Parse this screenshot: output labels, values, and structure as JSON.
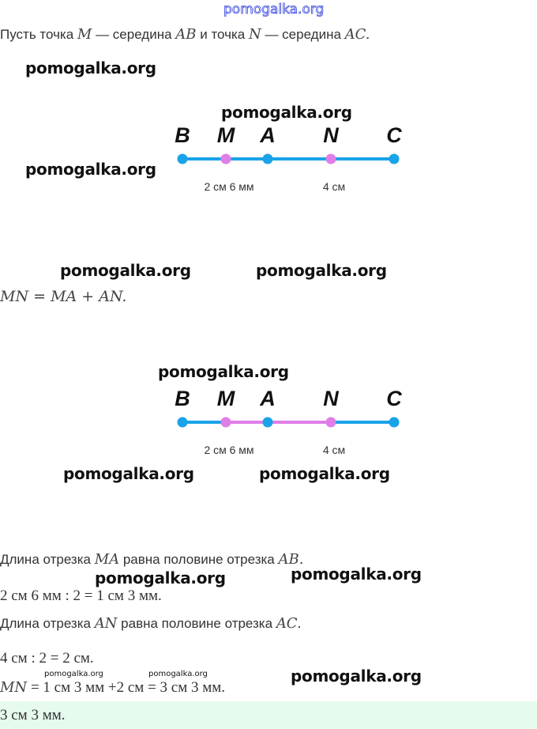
{
  "watermark": "pomogalka.org",
  "line1": {
    "a": "Пусть точка ",
    "M": "M",
    "b": " — середина ",
    "AB": "AB",
    "c": " и точка ",
    "N": "N",
    "d": " — середина ",
    "AC": "AC."
  },
  "diagram": {
    "points": [
      "B",
      "M",
      "A",
      "N",
      "C"
    ],
    "label_left": "2 см 6 мм",
    "label_right": "4 см",
    "colors": {
      "line": "#1aa3e8",
      "midpoint": "#e07ee8"
    }
  },
  "eq1": "MN = MA + AN.",
  "line2": {
    "a": "Длина отрезка ",
    "MA": "MA",
    "b": " равна половине отрезка ",
    "AB": "AB."
  },
  "calc1": "2 см 6 мм : 2 = 1 см 3 мм.",
  "line3": {
    "a": "Длина отрезка ",
    "AN": "AN",
    "b": " равна половине отрезка ",
    "AC": "AC."
  },
  "calc2": "4 см : 2 = 2 см.",
  "calc3": {
    "a": "MN",
    "b": " = 1 см 3 мм +2 см = 3 см 3 мм."
  },
  "answer": "3 см 3 мм."
}
